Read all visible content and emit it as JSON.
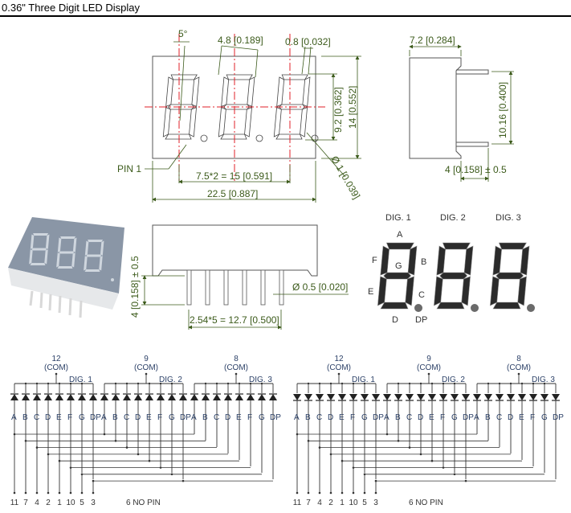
{
  "title": "0.36\" Three Digit LED Display",
  "front_view": {
    "angle": "5°",
    "segment_width": "4.8 [0.189]",
    "segment_thickness": "0.8 [0.032]",
    "digit_height": "9.2 [0.362]",
    "body_height": "14 [0.552]",
    "dp_diameter": "Ø 1 [0.039]",
    "digit_pitch": "7.5*2 = 15 [0.591]",
    "body_width": "22.5 [0.887]",
    "pin1_label": "PIN 1"
  },
  "side_view": {
    "depth": "7.2 [0.284]",
    "row_spacing": "10.16 [0.400]",
    "pin_length": "4 [0.158] ± 0.5"
  },
  "bottom_view": {
    "pin_length": "4 [0.158] ± 0.5",
    "pin_diameter": "Ø 0.5 [0.020]",
    "pin_pitch": "2.54*5 = 12.7 [0.500]"
  },
  "segment_diagram": {
    "digits": [
      "DIG. 1",
      "DIG. 2",
      "DIG. 3"
    ],
    "segments": [
      "A",
      "B",
      "C",
      "D",
      "E",
      "F",
      "G",
      "DP"
    ]
  },
  "schematics": [
    {
      "type": "common-anode",
      "commons": [
        {
          "pin": "12",
          "label": "(COM)",
          "digit": "DIG. 1"
        },
        {
          "pin": "9",
          "label": "(COM)",
          "digit": "DIG. 2"
        },
        {
          "pin": "8",
          "label": "(COM)",
          "digit": "DIG. 3"
        }
      ],
      "segment_labels": [
        "A",
        "B",
        "C",
        "D",
        "E",
        "F",
        "G",
        "DP"
      ],
      "segment_pins": [
        "11",
        "7",
        "4",
        "2",
        "1",
        "10",
        "5",
        "3"
      ],
      "note": "6 NO PIN"
    },
    {
      "type": "common-cathode",
      "commons": [
        {
          "pin": "12",
          "label": "(COM)",
          "digit": "DIG. 1"
        },
        {
          "pin": "9",
          "label": "(COM)",
          "digit": "DIG. 2"
        },
        {
          "pin": "8",
          "label": "(COM)",
          "digit": "DIG. 3"
        }
      ],
      "segment_labels": [
        "A",
        "B",
        "C",
        "D",
        "E",
        "F",
        "G",
        "DP"
      ],
      "segment_pins": [
        "11",
        "7",
        "4",
        "2",
        "1",
        "10",
        "5",
        "3"
      ],
      "note": "6 NO PIN"
    }
  ],
  "colors": {
    "dimension": "#3b5a1a",
    "centerline": "#e0202a",
    "outline": "#555555",
    "segment_fill": "#2b2b2b",
    "photo_face": "#8a96a6"
  }
}
